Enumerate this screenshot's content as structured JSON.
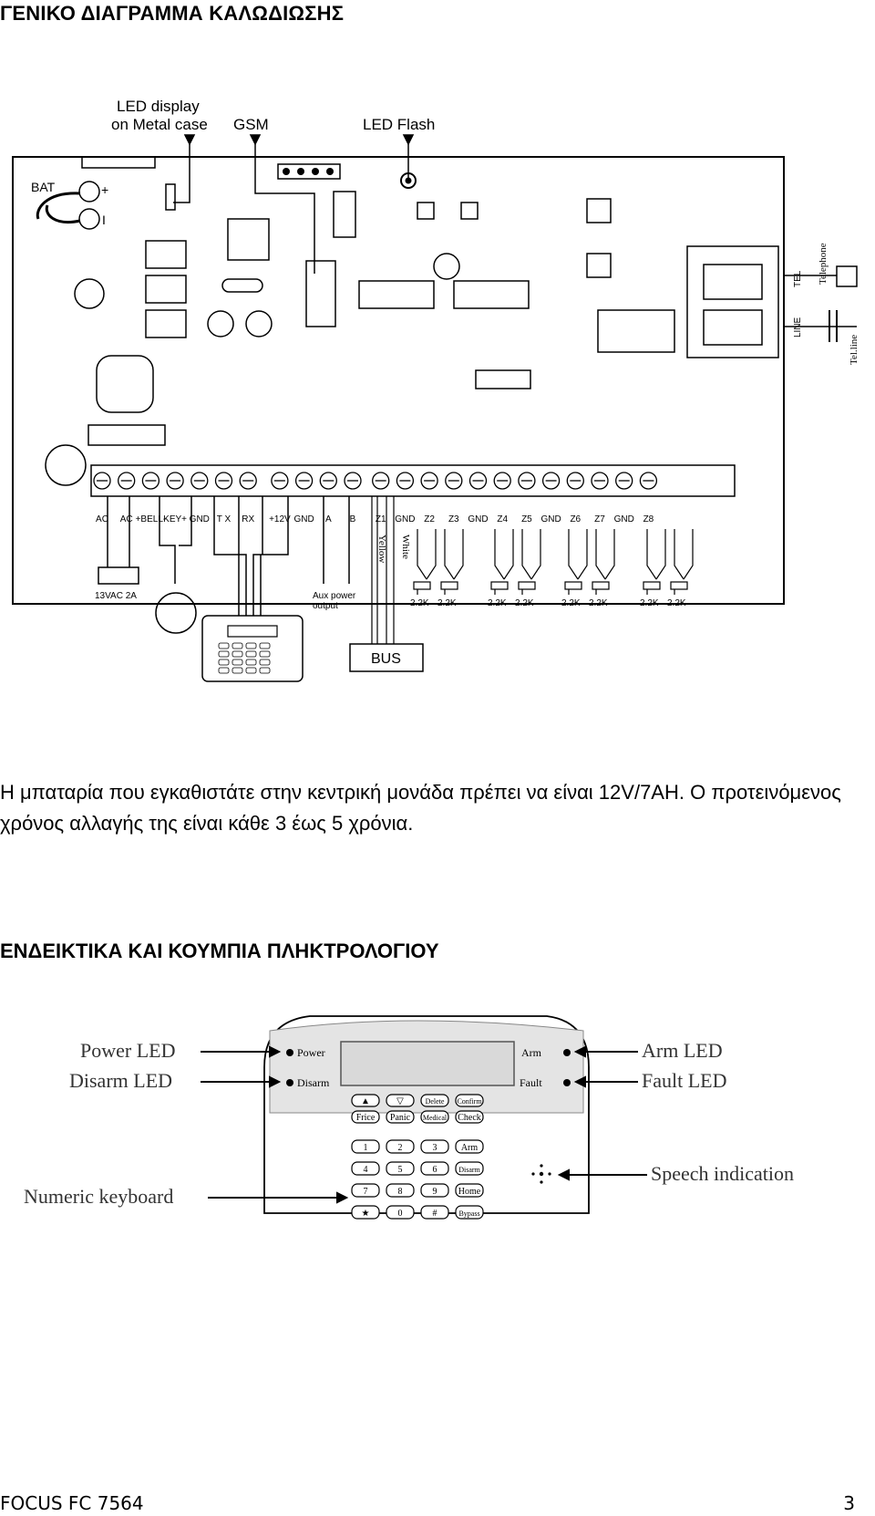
{
  "heading_wiring": "ΓΕΝΙΚΟ ΔΙΑΓΡΑΜΜΑ ΚΑΛΩΔΙΩΣΗΣ",
  "wiring": {
    "callouts": {
      "led_display_line1": "LED display",
      "led_display_line2": "on Metal case",
      "gsm": "GSM",
      "led_flash": "LED Flash",
      "bat": "BAT",
      "plus": "+",
      "minus": "I",
      "telephone": "Telephone",
      "tel": "TEL",
      "line": "LINE",
      "telline": "Tel.line"
    },
    "terminals": [
      "AC",
      "AC",
      "+BELL-",
      "KEY+",
      "GND",
      "T X",
      "RX",
      "+12V",
      "GND",
      "A",
      "B",
      "Z1",
      "GND",
      "Z2",
      "Z3",
      "GND",
      "Z4",
      "Z5",
      "GND",
      "Z6",
      "Z7",
      "GND",
      "Z8"
    ],
    "wire_labels": {
      "yellow": "Yellow",
      "white": "White"
    },
    "transformer": "13VAC 2A",
    "aux_line1": "Aux power",
    "aux_line2": "output",
    "resistor": "2.2K",
    "bus": "BUS"
  },
  "paragraph": "Η μπαταρία που εγκαθιστάτε στην κεντρική μονάδα πρέπει να είναι 12V/7AH. Ο προτεινόμενος χρόνος αλλαγής της είναι κάθε 3 έως 5 χρόνια.",
  "heading_keypad": "ΕΝΔΕΙΚΤΙΚΑ ΚΑΙ ΚΟΥΜΠΙΑ ΠΛΗΚΤΡΟΛΟΓΙΟΥ",
  "keypad": {
    "callouts": {
      "power_led": "Power LED",
      "disarm_led": "Disarm LED",
      "arm_led": "Arm LED",
      "fault_led": "Fault LED",
      "numeric_keyboard": "Numeric keyboard",
      "speech_indication": "Speech indication"
    },
    "panel_labels": {
      "power": "Power",
      "disarm": "Disarm",
      "arm": "Arm",
      "fault": "Fault"
    },
    "function_keys_row1": [
      "▲",
      "▽",
      "Delete",
      "Confirm"
    ],
    "function_keys_row2": [
      "Frice",
      "Panic",
      "Medical",
      "Check"
    ],
    "numeric_rows": [
      [
        "1",
        "2",
        "3",
        "Arm"
      ],
      [
        "4",
        "5",
        "6",
        "Disarm"
      ],
      [
        "7",
        "8",
        "9",
        "Home"
      ],
      [
        "★",
        "0",
        "#",
        "Bypass"
      ]
    ]
  },
  "footer": {
    "left": "FOCUS FC 7564",
    "right": "3"
  }
}
